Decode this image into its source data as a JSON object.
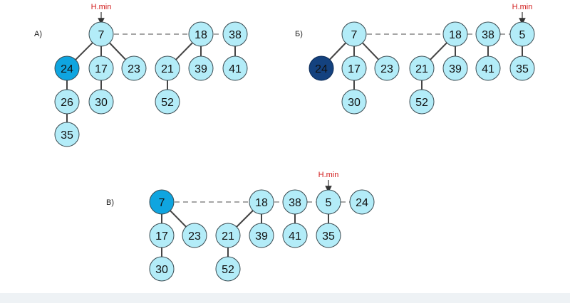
{
  "colors": {
    "node_fill": "#b3ecf8",
    "node_stroke": "#3a4a50",
    "highlight_fill": "#0fa5e0",
    "marked_fill": "#14427f",
    "tree_edge": "#444444",
    "root_link": "#888888",
    "hmin_text": "#d11a1a",
    "hmin_arrow": "#333333"
  },
  "panels": [
    {
      "label": "А)",
      "hmin_label": "H.min",
      "hmin_target": "a7",
      "nodes": [
        {
          "id": "a7",
          "key": "7"
        },
        {
          "id": "a18",
          "key": "18"
        },
        {
          "id": "a38",
          "key": "38"
        },
        {
          "id": "a24",
          "key": "24",
          "style": "highlight"
        },
        {
          "id": "a17",
          "key": "17"
        },
        {
          "id": "a23",
          "key": "23"
        },
        {
          "id": "a21",
          "key": "21"
        },
        {
          "id": "a39",
          "key": "39"
        },
        {
          "id": "a41",
          "key": "41"
        },
        {
          "id": "a26",
          "key": "26"
        },
        {
          "id": "a30",
          "key": "30"
        },
        {
          "id": "a52",
          "key": "52"
        },
        {
          "id": "a35",
          "key": "35"
        }
      ],
      "root_list": [
        "a7",
        "a18",
        "a38"
      ],
      "edges": [
        [
          "a7",
          "a24"
        ],
        [
          "a7",
          "a17"
        ],
        [
          "a7",
          "a23"
        ],
        [
          "a18",
          "a21"
        ],
        [
          "a18",
          "a39"
        ],
        [
          "a38",
          "a41"
        ],
        [
          "a24",
          "a26"
        ],
        [
          "a17",
          "a30"
        ],
        [
          "a21",
          "a52"
        ],
        [
          "a26",
          "a35"
        ]
      ]
    },
    {
      "label": "Б)",
      "hmin_label": "H.min",
      "hmin_target": "b5",
      "nodes": [
        {
          "id": "b7",
          "key": "7"
        },
        {
          "id": "b18",
          "key": "18"
        },
        {
          "id": "b38",
          "key": "38"
        },
        {
          "id": "b5",
          "key": "5"
        },
        {
          "id": "b24",
          "key": "24",
          "style": "marked"
        },
        {
          "id": "b17",
          "key": "17"
        },
        {
          "id": "b23",
          "key": "23"
        },
        {
          "id": "b21",
          "key": "21"
        },
        {
          "id": "b39",
          "key": "39"
        },
        {
          "id": "b41",
          "key": "41"
        },
        {
          "id": "b35",
          "key": "35"
        },
        {
          "id": "b30",
          "key": "30"
        },
        {
          "id": "b52",
          "key": "52"
        }
      ],
      "root_list": [
        "b7",
        "b18",
        "b38",
        "b5"
      ],
      "edges": [
        [
          "b7",
          "b24"
        ],
        [
          "b7",
          "b17"
        ],
        [
          "b7",
          "b23"
        ],
        [
          "b18",
          "b21"
        ],
        [
          "b18",
          "b39"
        ],
        [
          "b38",
          "b41"
        ],
        [
          "b5",
          "b35"
        ],
        [
          "b17",
          "b30"
        ],
        [
          "b21",
          "b52"
        ]
      ]
    },
    {
      "label": "В)",
      "hmin_label": "H.min",
      "hmin_target": "c5",
      "nodes": [
        {
          "id": "c7",
          "key": "7",
          "style": "highlight"
        },
        {
          "id": "c18",
          "key": "18"
        },
        {
          "id": "c38",
          "key": "38"
        },
        {
          "id": "c5",
          "key": "5"
        },
        {
          "id": "c24",
          "key": "24"
        },
        {
          "id": "c17",
          "key": "17"
        },
        {
          "id": "c23",
          "key": "23"
        },
        {
          "id": "c21",
          "key": "21"
        },
        {
          "id": "c39",
          "key": "39"
        },
        {
          "id": "c41",
          "key": "41"
        },
        {
          "id": "c35",
          "key": "35"
        },
        {
          "id": "c30",
          "key": "30"
        },
        {
          "id": "c52",
          "key": "52"
        }
      ],
      "root_list": [
        "c7",
        "c18",
        "c38",
        "c5",
        "c24"
      ],
      "edges": [
        [
          "c7",
          "c17"
        ],
        [
          "c7",
          "c23"
        ],
        [
          "c18",
          "c21"
        ],
        [
          "c18",
          "c39"
        ],
        [
          "c38",
          "c41"
        ],
        [
          "c5",
          "c35"
        ],
        [
          "c17",
          "c30"
        ],
        [
          "c21",
          "c52"
        ]
      ]
    }
  ]
}
